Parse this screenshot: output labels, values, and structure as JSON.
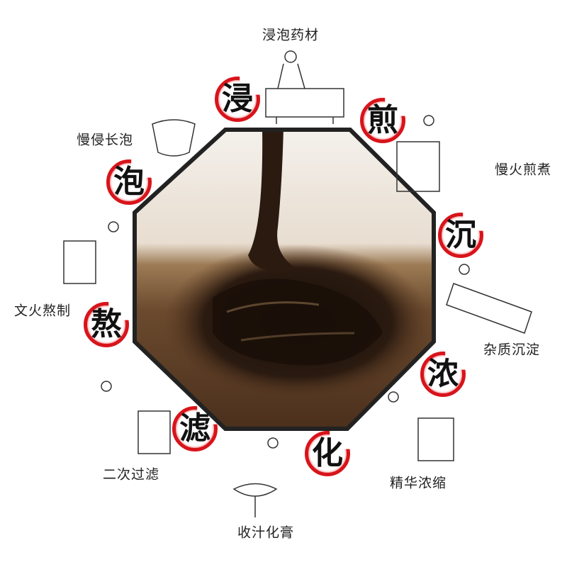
{
  "steps": [
    {
      "char": "浸",
      "label": "浸泡药材"
    },
    {
      "char": "煎",
      "label": "慢火煎煮"
    },
    {
      "char": "沉",
      "label": "杂质沉淀"
    },
    {
      "char": "浓",
      "label": "精华浓缩"
    },
    {
      "char": "化",
      "label": "收汁化膏"
    },
    {
      "char": "滤",
      "label": "二次过滤"
    },
    {
      "char": "熬",
      "label": "文火熬制"
    },
    {
      "char": "泡",
      "label": "慢侵长泡"
    }
  ],
  "colors": {
    "seal_red": "#d8141b",
    "syrup": "#2a1a10",
    "octagon_border": "#222222"
  }
}
